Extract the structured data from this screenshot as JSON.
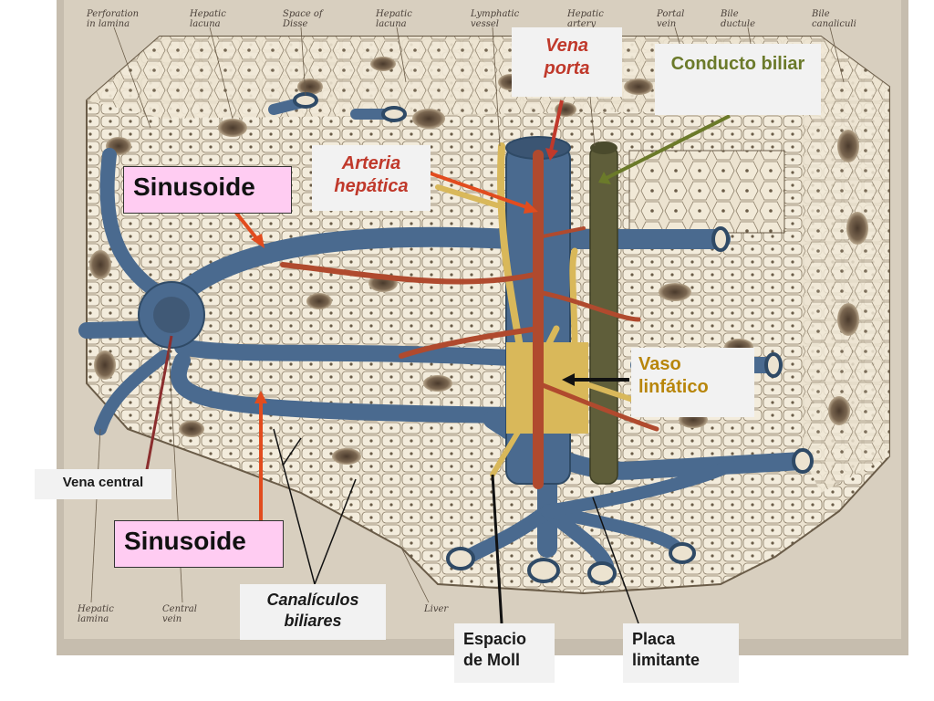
{
  "labels": {
    "vena_porta": "Vena\nporta",
    "conducto_biliar": "Conducto biliar",
    "arteria_hepatica": "Arteria\nhepática",
    "sinusoide_top": "Sinusoide",
    "sinusoide_bottom": "Sinusoide",
    "vaso_linfatico": "Vaso\nlinfático",
    "vena_central": "Vena central",
    "canaliculos_biliares": "Canalículos\nbiliares",
    "espacio_de_moll": "Espacio\nde Moll",
    "placa_limitante": "Placa\nlimitante"
  },
  "original_labels": {
    "perforation": "Perforation\nin lamina",
    "hepatic_lacuna_1": "Hepatic\nlacuna",
    "space_of_disse": "Space of\nDisse",
    "hepatic_lacuna_2": "Hepatic\nlacuna",
    "lymphatic_vessel": "Lymphatic\nvessel",
    "hepatic_artery": "Hepatic\nartery",
    "portal_vein": "Portal\nvein",
    "bile_ductule": "Bile\nductule",
    "bile_canaliculi": "Bile\ncanaliculi",
    "hepatic_lamina": "Hepatic\nlamina",
    "central_vein": "Central\nvein",
    "liver": "Liver"
  },
  "colors": {
    "vena_porta_text": "#c0392b",
    "conducto_biliar_text": "#6b7a2a",
    "arteria_text": "#c0392b",
    "vaso_linfatico_text": "#b8860b",
    "dark_text": "#1a1a1a",
    "sinusoide_bg": "#ffccf2",
    "vessel_blue": "#4a6a8f",
    "artery_red": "#b04a2e",
    "lymph_yellow": "#d9b85a",
    "bile_olive": "#5f5e3a",
    "tissue": "#e8ddc8",
    "backdrop": "#bfb6a8"
  }
}
